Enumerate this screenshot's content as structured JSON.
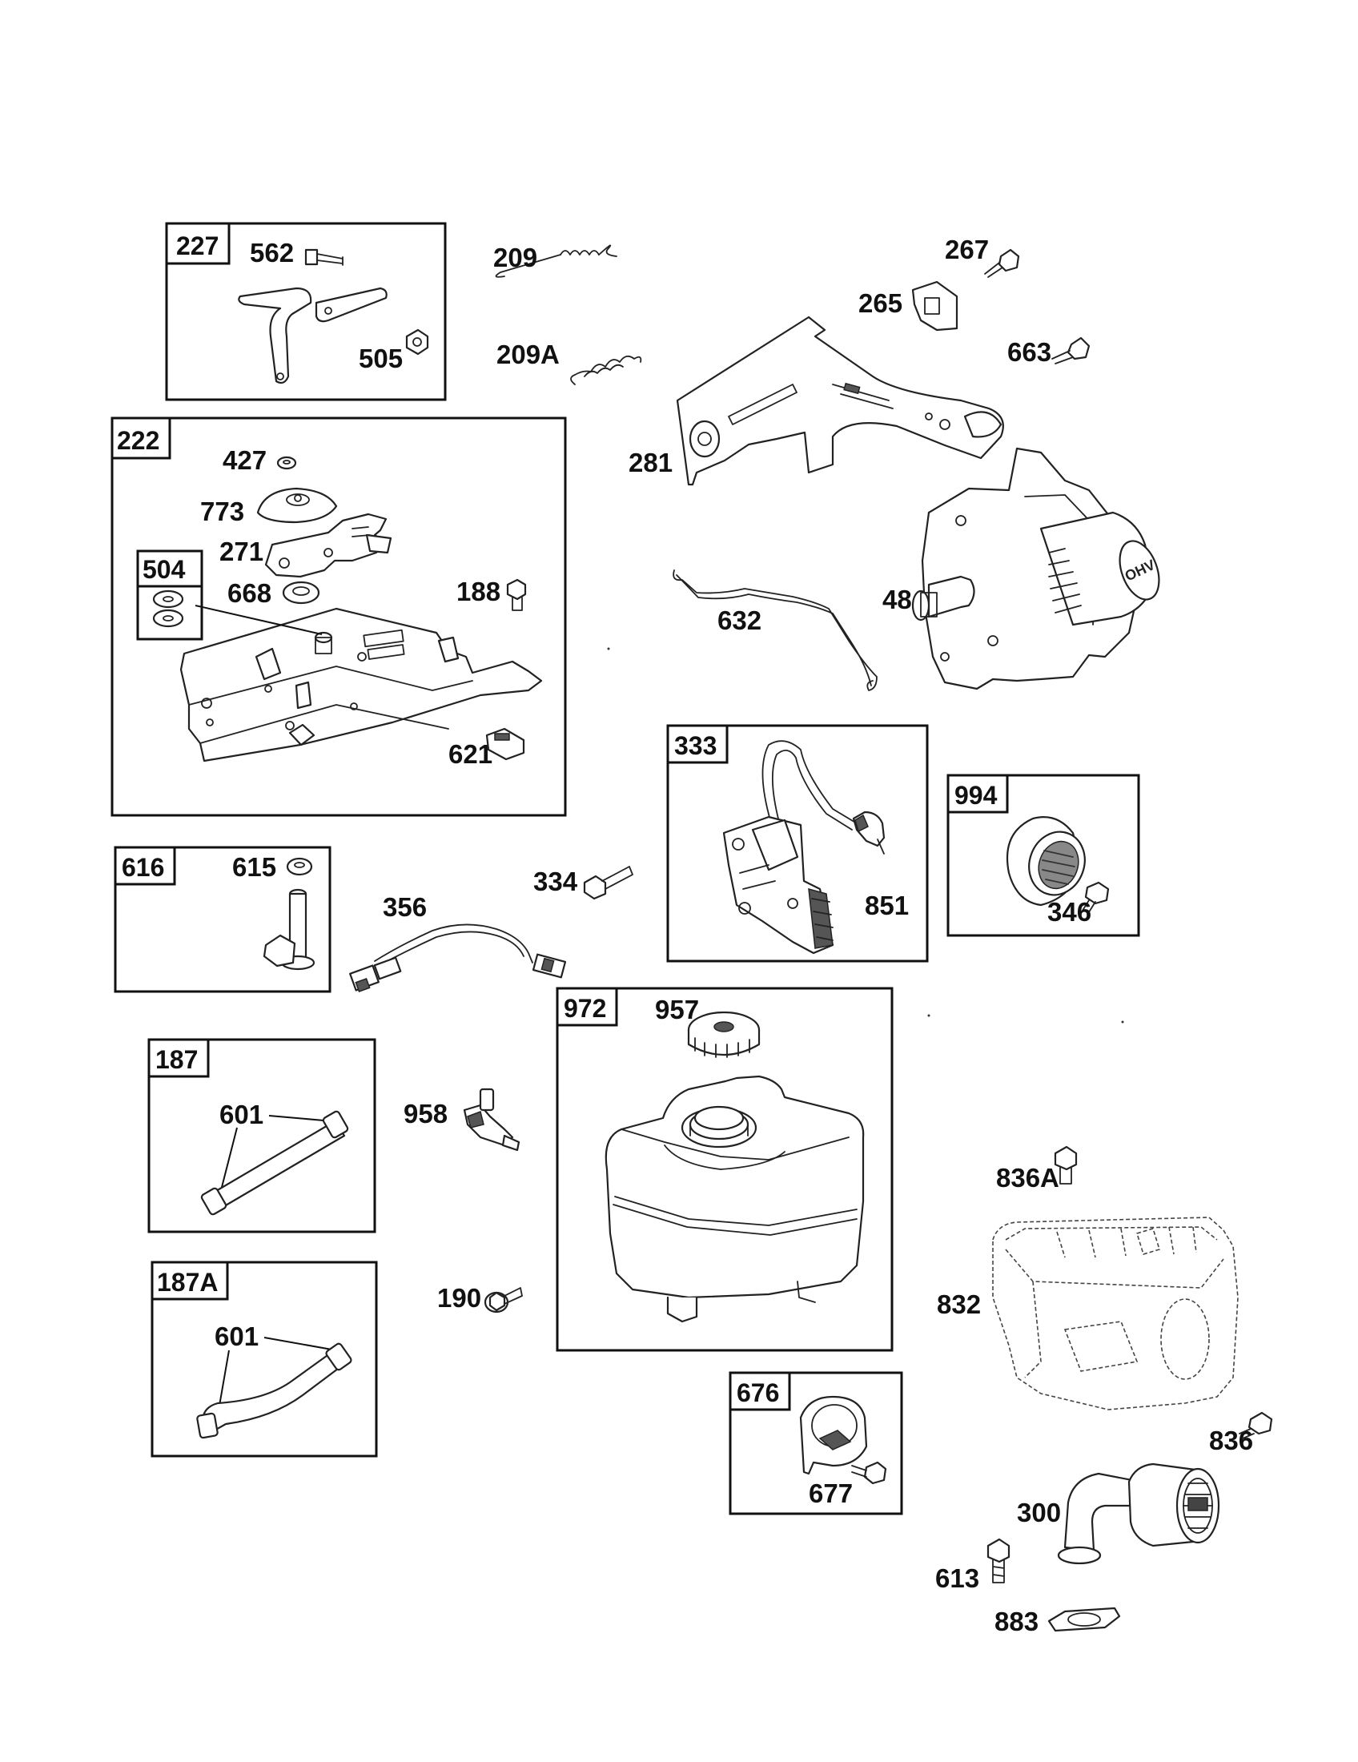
{
  "group_boxes": [
    {
      "id": "227",
      "label": "227"
    },
    {
      "id": "222",
      "label": "222"
    },
    {
      "id": "504",
      "label": "504"
    },
    {
      "id": "616",
      "label": "616"
    },
    {
      "id": "333",
      "label": "333"
    },
    {
      "id": "994",
      "label": "994"
    },
    {
      "id": "187",
      "label": "187"
    },
    {
      "id": "972",
      "label": "972"
    },
    {
      "id": "187A",
      "label": "187A"
    },
    {
      "id": "676",
      "label": "676"
    }
  ],
  "part_labels": {
    "p562": "562",
    "p505": "505",
    "p209": "209",
    "p209A": "209A",
    "p267": "267",
    "p265": "265",
    "p663": "663",
    "p281": "281",
    "p427": "427",
    "p773": "773",
    "p271": "271",
    "p668": "668",
    "p188": "188",
    "p621": "621",
    "p48": "48",
    "p632": "632",
    "p615": "615",
    "p356": "356",
    "p334": "334",
    "p851": "851",
    "p346": "346",
    "p957": "957",
    "p958": "958",
    "p601a": "601",
    "p601b": "601",
    "p190": "190",
    "p836A": "836A",
    "p832": "832",
    "p836": "836",
    "p677": "677",
    "p300": "300",
    "p613": "613",
    "p883": "883"
  },
  "engine_logo": "OHV"
}
